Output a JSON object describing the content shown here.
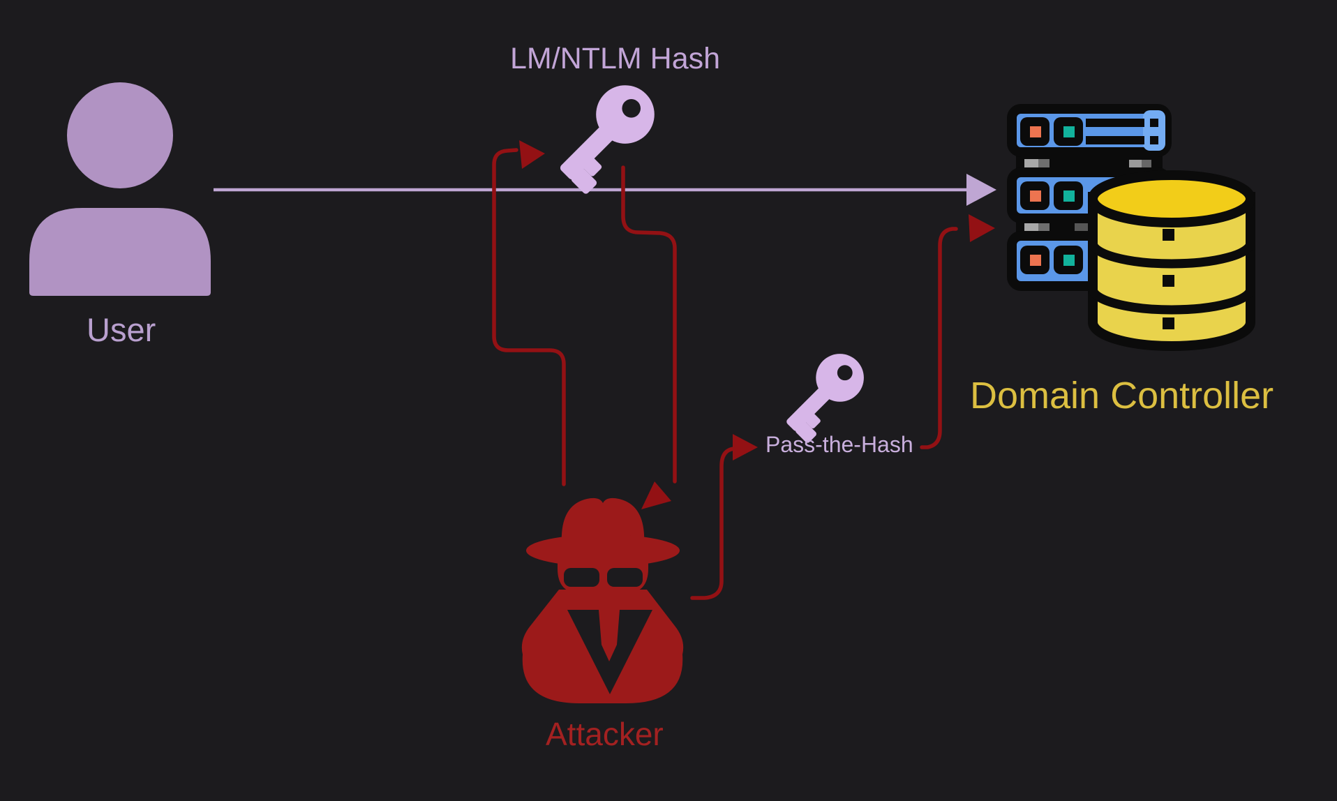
{
  "diagram": {
    "type": "security-attack-flow",
    "labels": {
      "hash": "LM/NTLM Hash",
      "user": "User",
      "attacker": "Attacker",
      "domain_controller": "Domain Controller",
      "pass_the_hash": "Pass-the-Hash"
    },
    "colors": {
      "background": "#1c1b1e",
      "user_icon_purple": "#b193c3",
      "key_purple": "#d7b6e8",
      "label_purple": "#c2a5d7",
      "auth_arrow_purple": "#bfa6d3",
      "attack_red_line": "#931114",
      "attacker_icon_red": "#9c1a1a",
      "attacker_label_red": "#a32121",
      "dc_label_yellow": "#dcbf41",
      "server_blue": "#5b97e8",
      "server_blue_light": "#74acf2",
      "database_yellow": "#e9d34c",
      "database_top_yellow": "#f2cd19",
      "led_orange": "#ed7450",
      "led_teal": "#12b29c",
      "connector_gray": "#a8a8a8",
      "outline_black": "#0b0b0b"
    }
  }
}
